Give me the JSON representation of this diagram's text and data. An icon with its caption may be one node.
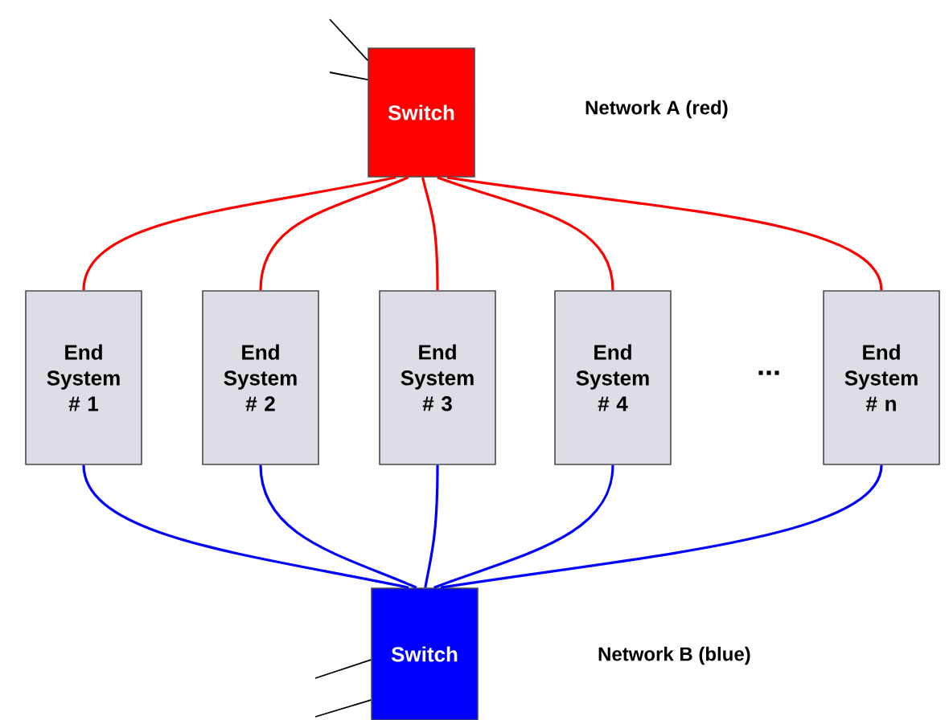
{
  "diagram": {
    "nodes": [
      {
        "text": [
          "Switch"
        ]
      },
      {
        "text": [
          "End System # 1"
        ]
      },
      {
        "text": [
          "End System # 2"
        ]
      },
      {
        "text": [
          "End System # 3"
        ]
      },
      {
        "text": [
          "End System # 4"
        ]
      },
      {
        "text": [
          "End System # n"
        ]
      },
      {
        "text": [
          "Switch"
        ]
      }
    ],
    "edges": [
      {
        "from": null,
        "to": 0,
        "arrow": "none",
        "color": "#000000"
      },
      {
        "from": null,
        "to": 0,
        "arrow": "none",
        "color": "#000000"
      },
      {
        "from": 0,
        "to": 1,
        "arrow": "none",
        "color": "#ff0000"
      },
      {
        "from": 0,
        "to": 2,
        "arrow": "none",
        "color": "#ff0000"
      },
      {
        "from": 0,
        "to": 3,
        "arrow": "none",
        "color": "#ff0000"
      },
      {
        "from": 0,
        "to": 4,
        "arrow": "none",
        "color": "#ff0000"
      },
      {
        "from": 0,
        "to": 5,
        "arrow": "none",
        "color": "#ff0000"
      },
      {
        "from": 1,
        "to": 6,
        "arrow": "none",
        "color": "#0000ff"
      },
      {
        "from": 2,
        "to": 6,
        "arrow": "none",
        "color": "#0000ff"
      },
      {
        "from": 3,
        "to": 6,
        "arrow": "none",
        "color": "#0000ff"
      },
      {
        "from": 4,
        "to": 6,
        "arrow": "none",
        "color": "#0000ff"
      },
      {
        "from": 5,
        "to": 6,
        "arrow": "none",
        "color": "#0000ff"
      },
      {
        "from": null,
        "to": 6,
        "arrow": "none",
        "color": "#000000"
      },
      {
        "from": null,
        "to": 6,
        "arrow": "none",
        "color": "#000000"
      }
    ],
    "labels": [
      "Network A (red)",
      "...",
      "Network B (blue)"
    ]
  }
}
